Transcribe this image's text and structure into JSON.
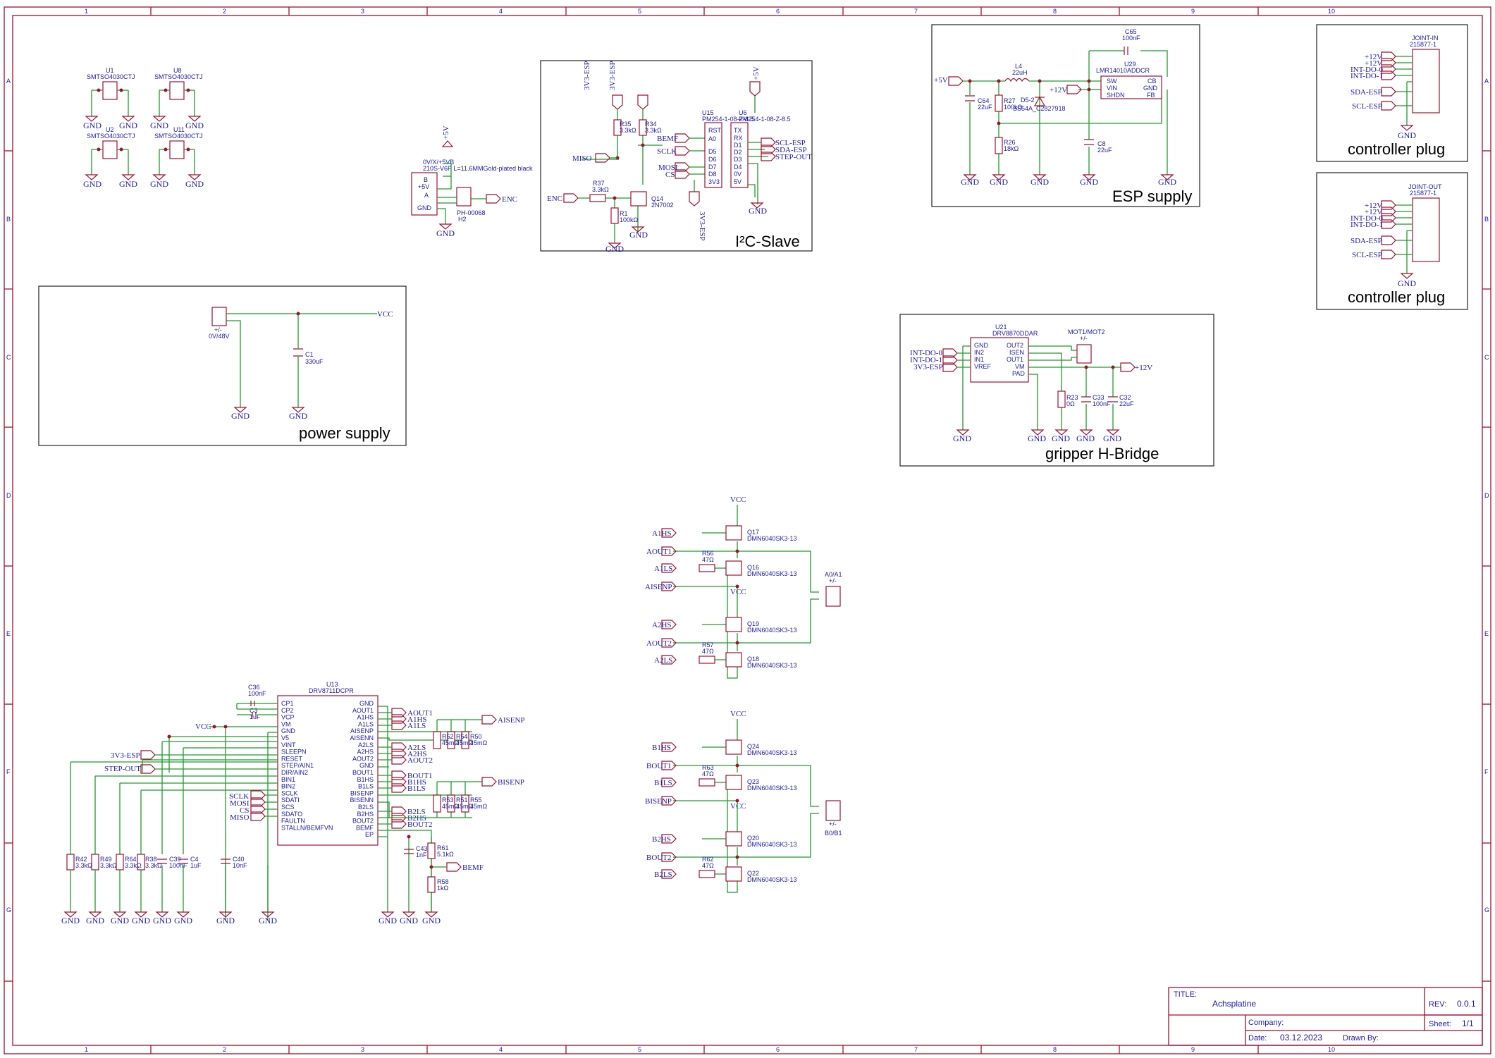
{
  "frame": {
    "col_labels": [
      "1",
      "2",
      "3",
      "4",
      "5",
      "6",
      "7",
      "8",
      "9",
      "10"
    ],
    "row_labels": [
      "A",
      "B",
      "C",
      "D",
      "E",
      "F",
      "G"
    ]
  },
  "blocks": {
    "i2c_slave": "I²C-Slave",
    "esp_supply": "ESP supply",
    "controller_plug_1": "controller plug",
    "controller_plug_2": "controller plug",
    "power_supply": "power supply",
    "gripper": "gripper H-Bridge"
  },
  "ics": {
    "u1": {
      "ref": "U1",
      "part": "SMTSO4030CTJ"
    },
    "u8": {
      "ref": "U8",
      "part": "SMTSO4030CTJ"
    },
    "u2": {
      "ref": "U2",
      "part": "SMTSO4030CTJ"
    },
    "u11": {
      "ref": "U11",
      "part": "SMTSO4030CTJ"
    },
    "h2": {
      "ref": "H2",
      "part": "PH-00068",
      "cable": "0V/X/+5VB",
      "cable2": "210S-V6P L=11.6MMGold-plated black",
      "pins": [
        "+5V",
        "B",
        "A",
        "GND"
      ]
    },
    "u15": {
      "ref": "U15",
      "part": "PM254-1-08-Z-8.5",
      "pins": [
        "RST",
        "A0",
        "D5",
        "D6",
        "D7",
        "D8",
        "3V3"
      ]
    },
    "u6": {
      "ref": "U6",
      "part": "PM254-1-08-Z-8.5",
      "pins": [
        "TX",
        "RX",
        "D1",
        "D2",
        "D3",
        "D4",
        "0V",
        "5V"
      ]
    },
    "u29": {
      "ref": "U29",
      "part": "LMR14010ADDCR",
      "pins_l": [
        "SW",
        "VIN",
        "SHDN"
      ],
      "pins_r": [
        "CB",
        "GND",
        "FB"
      ]
    },
    "u21": {
      "ref": "U21",
      "part": "DRV8870DDAR",
      "pins_l": [
        "GND",
        "IN2",
        "IN1",
        "VREF"
      ],
      "pins_r": [
        "OUT2",
        "ISEN",
        "OUT1",
        "VM",
        "PAD"
      ]
    },
    "mot": {
      "ref": "MOT1/MOT2",
      "pol": "+/-"
    },
    "joint_in": {
      "ref": "JOINT-IN",
      "part": "215877-1"
    },
    "joint_out": {
      "ref": "JOINT-OUT",
      "part": "215877-1"
    },
    "u13": {
      "ref": "U13",
      "part": "DRV8711DCPR",
      "pins_l": [
        "CP1",
        "CP2",
        "VCP",
        "VM",
        "GND",
        "V5",
        "VINT",
        "SLEEPN",
        "RESET",
        "STEP/AIN1",
        "DIR/AIN2",
        "BIN1",
        "BIN2",
        "SCLK",
        "SDATI",
        "SCS",
        "SDATO",
        "FAULTN",
        "STALLN/BEMFVN"
      ],
      "pins_r": [
        "GND",
        "AOUT1",
        "A1HS",
        "A1LS",
        "AISENP",
        "AISENN",
        "A2LS",
        "A2HS",
        "AOUT2",
        "GND",
        "BOUT1",
        "B1HS",
        "B1LS",
        "BISENP",
        "BISENN",
        "B2LS",
        "B2HS",
        "BOUT2",
        "BEMF",
        "EP"
      ]
    },
    "power_conn": {
      "ref": "+/-",
      "value": "0V/48V"
    },
    "a_conn": {
      "ref": "A0/A1",
      "pol": "+/-"
    },
    "b_conn": {
      "ref": "B0/B1",
      "pol": "+/-"
    }
  },
  "nets": {
    "v3v3_esp": "3V3-ESP",
    "p5v": "+5V",
    "p12v": "+12V",
    "miso": "MISO",
    "mosi": "MOSI",
    "sclk": "SCLK",
    "cs": "CS",
    "bemf": "BEMF",
    "enc": "ENC",
    "scl_esp": "SCL-ESP",
    "sda_esp": "SDA-ESP",
    "step_out": "STEP-OUT",
    "int_do_0": "INT-DO-0",
    "int_do_1": "INT-DO-1",
    "vcc": "VCC",
    "gnd": "GND",
    "a1hs": "A1HS",
    "aout1": "AOUT1",
    "a1ls": "A1LS",
    "aisenp": "AISENP",
    "a2hs": "A2HS",
    "aout2": "AOUT2",
    "a2ls": "A2LS",
    "b1hs": "B1HS",
    "bout1": "BOUT1",
    "b1ls": "B1LS",
    "bisenp": "BISENP",
    "b2hs": "B2HS",
    "bout2": "BOUT2",
    "b2ls": "B2LS"
  },
  "passives": {
    "r35": {
      "ref": "R35",
      "val": "3.3kΩ"
    },
    "r34": {
      "ref": "R34",
      "val": "3.3kΩ"
    },
    "r37": {
      "ref": "R37",
      "val": "3.3kΩ"
    },
    "r1": {
      "ref": "R1",
      "val": "100kΩ"
    },
    "q14": {
      "ref": "Q14",
      "val": "2N7002"
    },
    "c65": {
      "ref": "C65",
      "val": "100nF"
    },
    "l4": {
      "ref": "L4",
      "val": "22uH"
    },
    "c64": {
      "ref": "C64",
      "val": "22uF"
    },
    "r27": {
      "ref": "R27",
      "val": "100kΩ"
    },
    "d5": {
      "ref": "D5-2",
      "val": "SS54A_C2827918"
    },
    "r26": {
      "ref": "R26",
      "val": "18kΩ"
    },
    "c8": {
      "ref": "C8",
      "val": "22uF"
    },
    "c1": {
      "ref": "C1",
      "val": "330uF"
    },
    "r23": {
      "ref": "R23",
      "val": "0Ω"
    },
    "c33": {
      "ref": "C33",
      "val": "100nF"
    },
    "c32": {
      "ref": "C32",
      "val": "22uF"
    },
    "q17": {
      "ref": "Q17",
      "val": "DMN6040SK3-13"
    },
    "q16": {
      "ref": "Q16",
      "val": "DMN6040SK3-13"
    },
    "q19": {
      "ref": "Q19",
      "val": "DMN6040SK3-13"
    },
    "q18": {
      "ref": "Q18",
      "val": "DMN6040SK3-13"
    },
    "q24": {
      "ref": "Q24",
      "val": "DMN6040SK3-13"
    },
    "q23": {
      "ref": "Q23",
      "val": "DMN6040SK3-13"
    },
    "q20": {
      "ref": "Q20",
      "val": "DMN6040SK3-13"
    },
    "q22": {
      "ref": "Q22",
      "val": "DMN6040SK3-13"
    },
    "r56": {
      "ref": "R56",
      "val": "47Ω"
    },
    "r57": {
      "ref": "R57",
      "val": "47Ω"
    },
    "r63": {
      "ref": "R63",
      "val": "47Ω"
    },
    "r62": {
      "ref": "R62",
      "val": "47Ω"
    },
    "c36": {
      "ref": "C36",
      "val": "100nF"
    },
    "c37": {
      "ref": "C3",
      "val": "1uF"
    },
    "r42": {
      "ref": "R42",
      "val": "3.3kΩ"
    },
    "r49": {
      "ref": "R49",
      "val": "3.3kΩ"
    },
    "r64": {
      "ref": "R64",
      "val": "3.3kΩ"
    },
    "r38": {
      "ref": "R38",
      "val": "3.3kΩ"
    },
    "c39": {
      "ref": "C39",
      "val": "100nF"
    },
    "c4": {
      "ref": "C4",
      "val": "1uF"
    },
    "c40": {
      "ref": "C40",
      "val": "10nF"
    },
    "r52": {
      "ref": "R52",
      "val": "45mΩ"
    },
    "r54": {
      "ref": "R54",
      "val": "45mΩ"
    },
    "r50": {
      "ref": "R50",
      "val": "45mΩ"
    },
    "r53": {
      "ref": "R53",
      "val": "45mΩ"
    },
    "r51": {
      "ref": "R51",
      "val": "45mΩ"
    },
    "r55": {
      "ref": "R55",
      "val": "45mΩ"
    },
    "c43": {
      "ref": "C43",
      "val": "1nF"
    },
    "r61": {
      "ref": "R61",
      "val": "5.1kΩ"
    },
    "r58": {
      "ref": "R58",
      "val": "1kΩ"
    }
  },
  "title_block": {
    "title_label": "TITLE:",
    "title": "Achsplatine",
    "rev_label": "REV:",
    "rev": "0.0.1",
    "company_label": "Company:",
    "sheet_label": "Sheet:",
    "sheet": "1/1",
    "date_label": "Date:",
    "date": "03.12.2023",
    "drawn_label": "Drawn By:"
  },
  "colors": {
    "frame": "#a01030",
    "wire": "#1f9b2a",
    "label": "#1a1aa8"
  }
}
